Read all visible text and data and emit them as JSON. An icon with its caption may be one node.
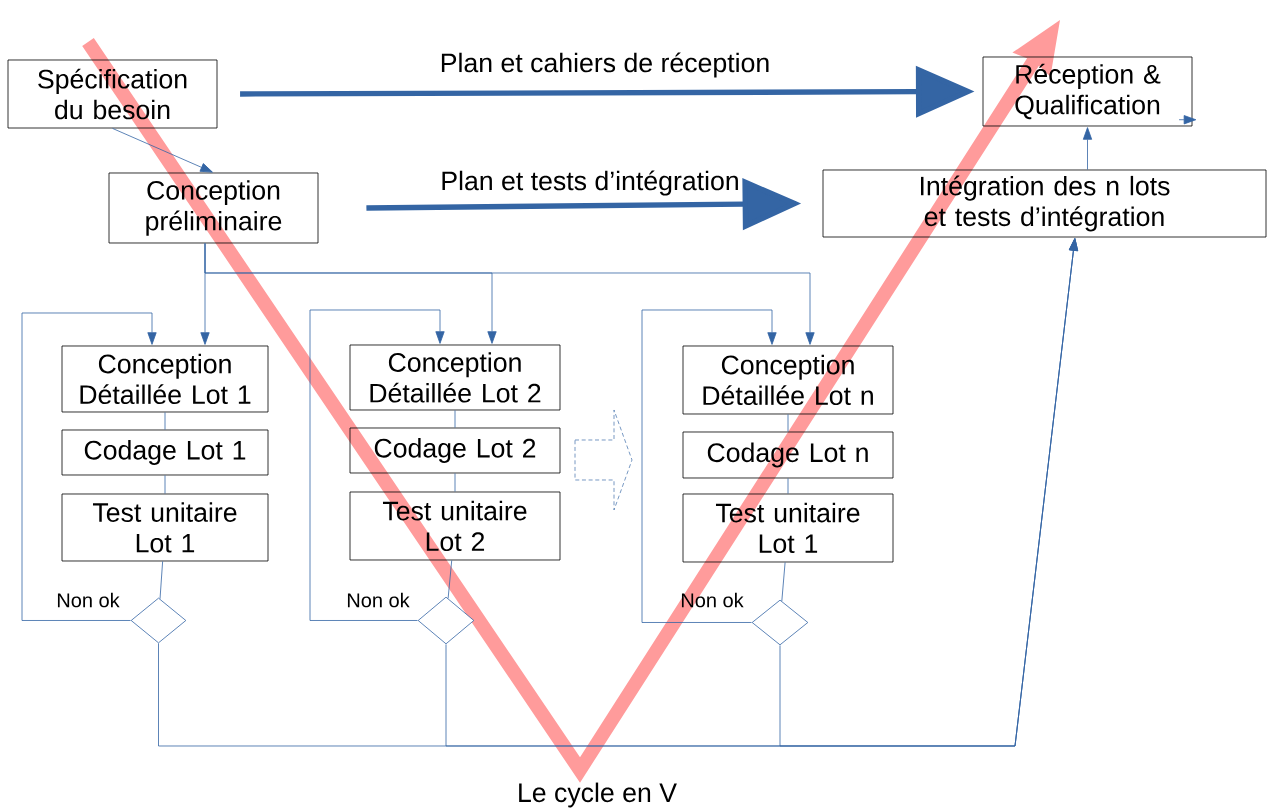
{
  "diagram": {
    "caption": "Le cycle en V",
    "nodes": [
      {
        "text": [
          "Spécification du besoin"
        ]
      },
      {
        "text": [
          "Réception & Qualification"
        ]
      },
      {
        "text": [
          "Conception préliminaire"
        ]
      },
      {
        "text": [
          "Intégration des n lots et tests d’intégration"
        ]
      },
      {
        "text": [
          "Conception Détaillée Lot 1"
        ]
      },
      {
        "text": [
          "Codage Lot 1"
        ]
      },
      {
        "text": [
          "Test unitaire Lot 1"
        ]
      },
      {
        "text": [],
        "shape": "diamond"
      },
      {
        "text": [
          "Conception Détaillée Lot 2"
        ]
      },
      {
        "text": [
          "Codage Lot 2"
        ]
      },
      {
        "text": [
          "Test unitaire Lot 2"
        ]
      },
      {
        "text": [],
        "shape": "diamond"
      },
      {
        "text": [
          "Conception Détaillée Lot n"
        ]
      },
      {
        "text": [
          "Codage Lot n"
        ]
      },
      {
        "text": [
          "Test unitaire Lot 1"
        ]
      },
      {
        "text": [],
        "shape": "diamond"
      }
    ],
    "edges": [
      {
        "from": 0,
        "to": 2,
        "arrow": "to"
      },
      {
        "from": 0,
        "to": 1,
        "arrow": "to",
        "style": "thick",
        "label": "Plan et cahiers de réception"
      },
      {
        "from": 2,
        "to": 3,
        "arrow": "to",
        "style": "thick",
        "label": "Plan et tests d’intégration"
      },
      {
        "from": 3,
        "to": 1,
        "arrow": "to"
      },
      {
        "from": 1,
        "to": null,
        "arrow": "to"
      },
      {
        "from": 2,
        "to": 4,
        "arrow": "to"
      },
      {
        "from": 2,
        "to": 8,
        "arrow": "to"
      },
      {
        "from": 2,
        "to": 12,
        "arrow": "to"
      },
      {
        "from": 4,
        "to": 5,
        "arrow": "none"
      },
      {
        "from": 5,
        "to": 6,
        "arrow": "none"
      },
      {
        "from": 6,
        "to": 7,
        "arrow": "none"
      },
      {
        "from": 7,
        "to": 4,
        "arrow": "to",
        "label": "Non ok"
      },
      {
        "from": 7,
        "to": 3,
        "arrow": "to"
      },
      {
        "from": 8,
        "to": 9,
        "arrow": "none"
      },
      {
        "from": 9,
        "to": 10,
        "arrow": "none"
      },
      {
        "from": 10,
        "to": 11,
        "arrow": "none"
      },
      {
        "from": 11,
        "to": 8,
        "arrow": "to",
        "label": "Non ok"
      },
      {
        "from": 11,
        "to": 3,
        "arrow": "to"
      },
      {
        "from": 12,
        "to": 13,
        "arrow": "none"
      },
      {
        "from": 13,
        "to": 14,
        "arrow": "none"
      },
      {
        "from": 14,
        "to": 15,
        "arrow": "none"
      },
      {
        "from": 15,
        "to": 12,
        "arrow": "to",
        "label": "Non ok"
      },
      {
        "from": 15,
        "to": 3,
        "arrow": "to"
      }
    ]
  }
}
